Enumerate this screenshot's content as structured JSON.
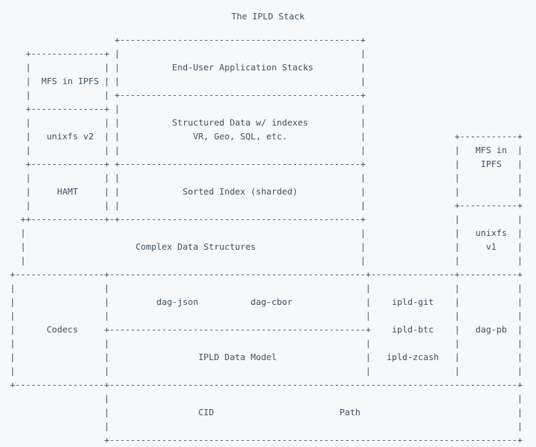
{
  "document": {
    "title": "The IPLD Stack",
    "background_color": "#f6f8fa",
    "text_color": "#41505e",
    "type": "ascii-art-diagram"
  },
  "diagram": {
    "title": "The IPLD Stack",
    "layers": [
      {
        "name": "MFS in IPFS",
        "column": "left",
        "label": "MFS in IPFS"
      },
      {
        "name": "unixfs v2",
        "column": "left",
        "label": "unixfs v2"
      },
      {
        "name": "HAMT",
        "column": "left",
        "label": "HAMT"
      },
      {
        "name": "End-User Application Stacks",
        "column": "center",
        "label": "End-User Application Stacks"
      },
      {
        "name": "Structured Data w/ indexes",
        "column": "center",
        "label": "Structured Data w/ indexes",
        "sublabel": "VR, Geo, SQL, etc."
      },
      {
        "name": "Sorted Index (sharded)",
        "column": "center",
        "label": "Sorted Index (sharded)"
      },
      {
        "name": "Complex Data Structures",
        "column": "center",
        "label": "Complex Data Structures"
      },
      {
        "name": "MFS in IPFS",
        "column": "right",
        "label": "MFS in IPFS"
      },
      {
        "name": "unixfs v1",
        "column": "right",
        "label": "unixfs v1"
      },
      {
        "name": "Codecs",
        "column": "bottom-left",
        "label": "Codecs"
      },
      {
        "name": "dag-json",
        "column": "bottom",
        "label": "dag-json"
      },
      {
        "name": "dag-cbor",
        "column": "bottom",
        "label": "dag-cbor"
      },
      {
        "name": "IPLD Data Model",
        "column": "bottom",
        "label": "IPLD Data Model"
      },
      {
        "name": "ipld-git",
        "column": "bottom-right",
        "label": "ipld-git"
      },
      {
        "name": "ipld-btc",
        "column": "bottom-right",
        "label": "ipld-btc"
      },
      {
        "name": "ipld-zcash",
        "column": "bottom-right",
        "label": "ipld-zcash"
      },
      {
        "name": "dag-pb",
        "column": "far-right",
        "label": "dag-pb"
      },
      {
        "name": "CID",
        "column": "footer",
        "label": "CID"
      },
      {
        "name": "Path",
        "column": "footer",
        "label": "Path"
      }
    ],
    "ascii": "                  +-----------------------------+\n +-------------+  |                             |\n |             |  |  End-User Application Stacks |\n | MFS in IPFS |  |                             |\n |             |  +-----------------------------+\n +-------------+  |                             |\n |             |  |  Structured Data w/ indexes |\n |  unixfs v2  |  |      VR, Geo, SQL, etc.     |\n |             |  |                             |\n +-------------+  +-----------------------------+\n |             |  |                             |\n |    HAMT     |  |   Sorted Index (sharded)    |\n |             |  |                             |\n +-------------+--+-----------------------------+\n |                                              |\n |              Complex Data Structures         |\n |                                              |\n"
  }
}
